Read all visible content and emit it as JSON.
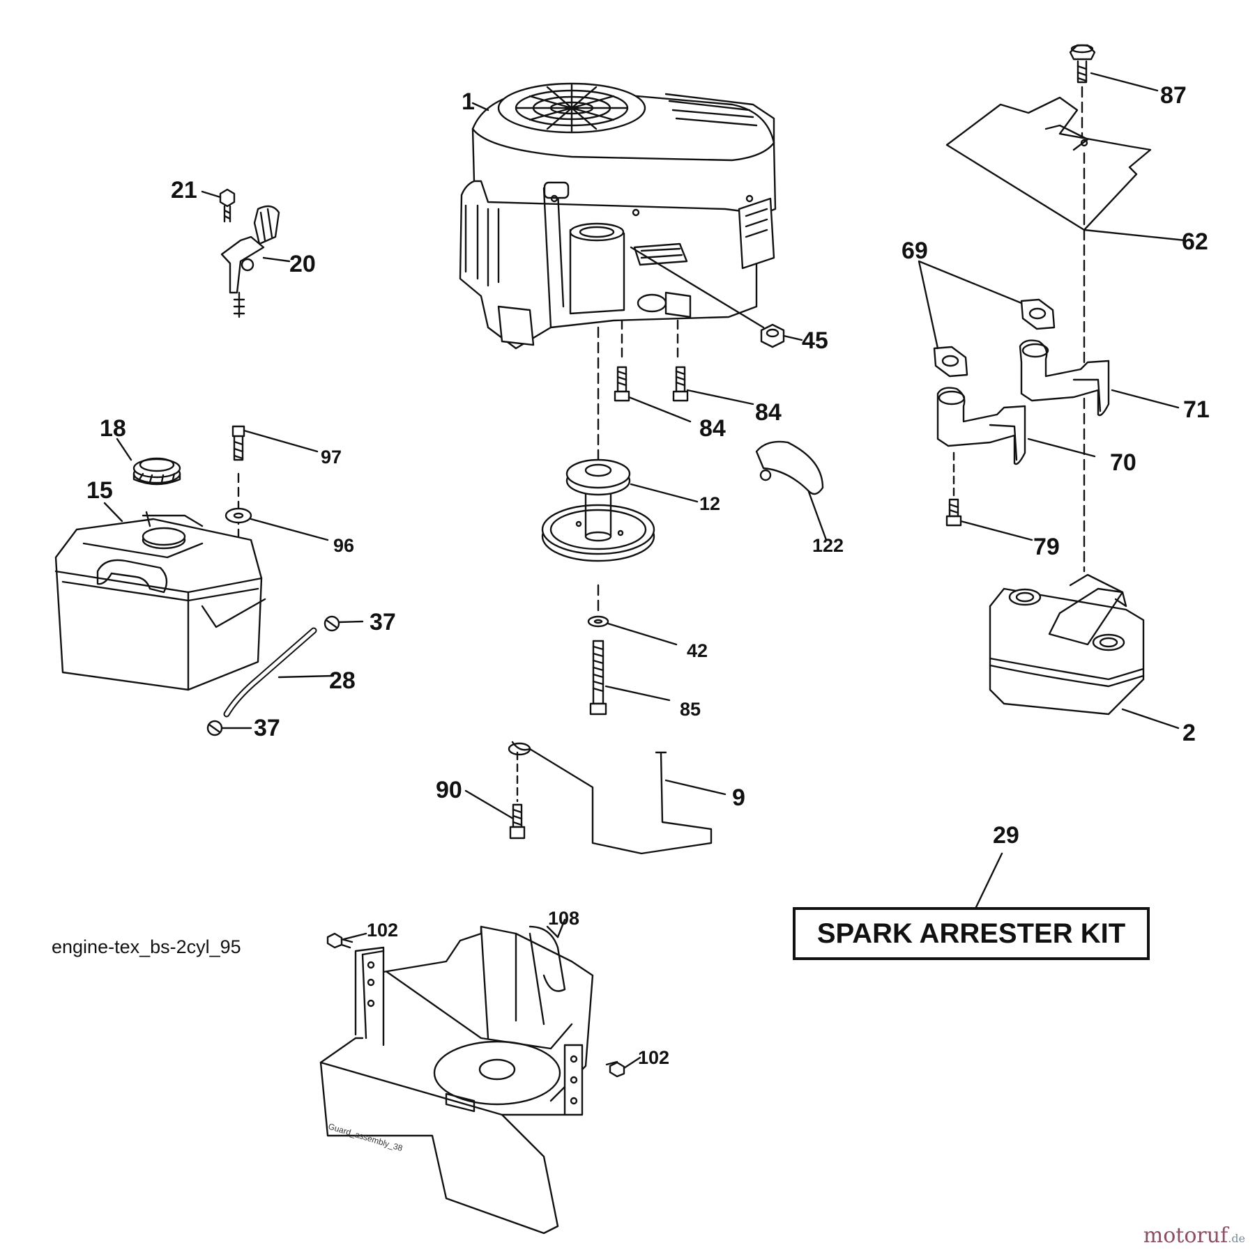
{
  "callouts": {
    "c1": "1",
    "c2": "2",
    "c9": "9",
    "c12": "12",
    "c15": "15",
    "c18": "18",
    "c20": "20",
    "c21": "21",
    "c28": "28",
    "c29": "29",
    "c37": "37",
    "c42": "42",
    "c45": "45",
    "c62": "62",
    "c69": "69",
    "c70": "70",
    "c71": "71",
    "c79": "79",
    "c84": "84",
    "c85": "85",
    "c87": "87",
    "c90": "90",
    "c96": "96",
    "c97": "97",
    "c102": "102",
    "c108": "108",
    "c122": "122"
  },
  "kit_label": "SPARK ARRESTER KIT",
  "diagram_id": "engine-tex_bs-2cyl_95",
  "guard_label": "Guard_assembly_38",
  "watermark": {
    "name": "motoruf",
    "tld": ".de"
  }
}
